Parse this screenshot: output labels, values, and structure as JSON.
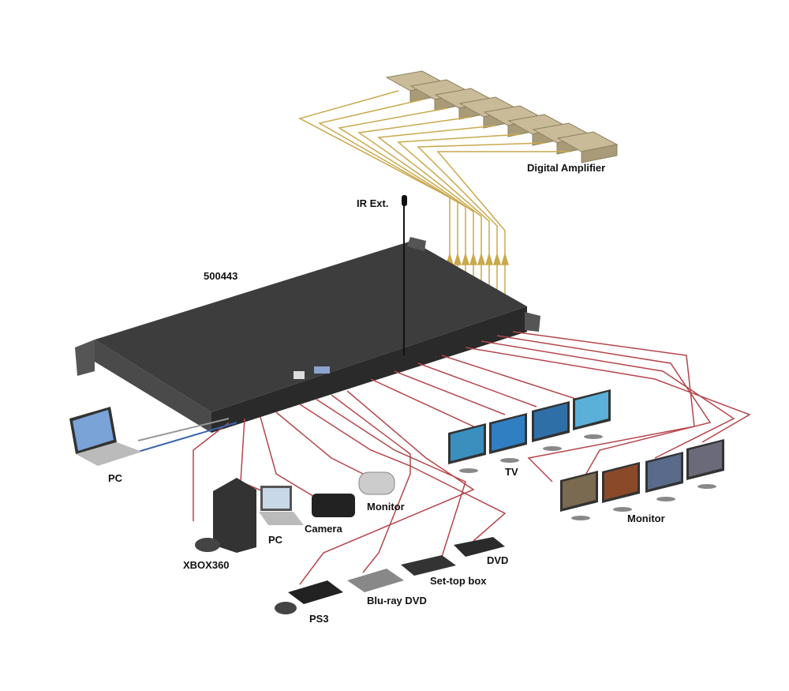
{
  "device": {
    "model": "500443"
  },
  "labels": {
    "digital_amplifier": "Digital Amplifier",
    "ir_ext": "IR Ext.",
    "pc_laptop": "PC",
    "xbox": "XBOX360",
    "pc_input": "PC",
    "camera": "Camera",
    "monitor_cam": "Monitor",
    "tv": "TV",
    "monitor_out": "Monitor",
    "dvd": "DVD",
    "settop": "Set-top box",
    "bluray": "Blu-ray DVD",
    "ps3": "PS3"
  },
  "colors": {
    "hdmi_cable": "#b5454a",
    "audio_cable": "#c9a94e",
    "network_cable": "#3a66b0",
    "device_body": "#3a3a3a"
  }
}
